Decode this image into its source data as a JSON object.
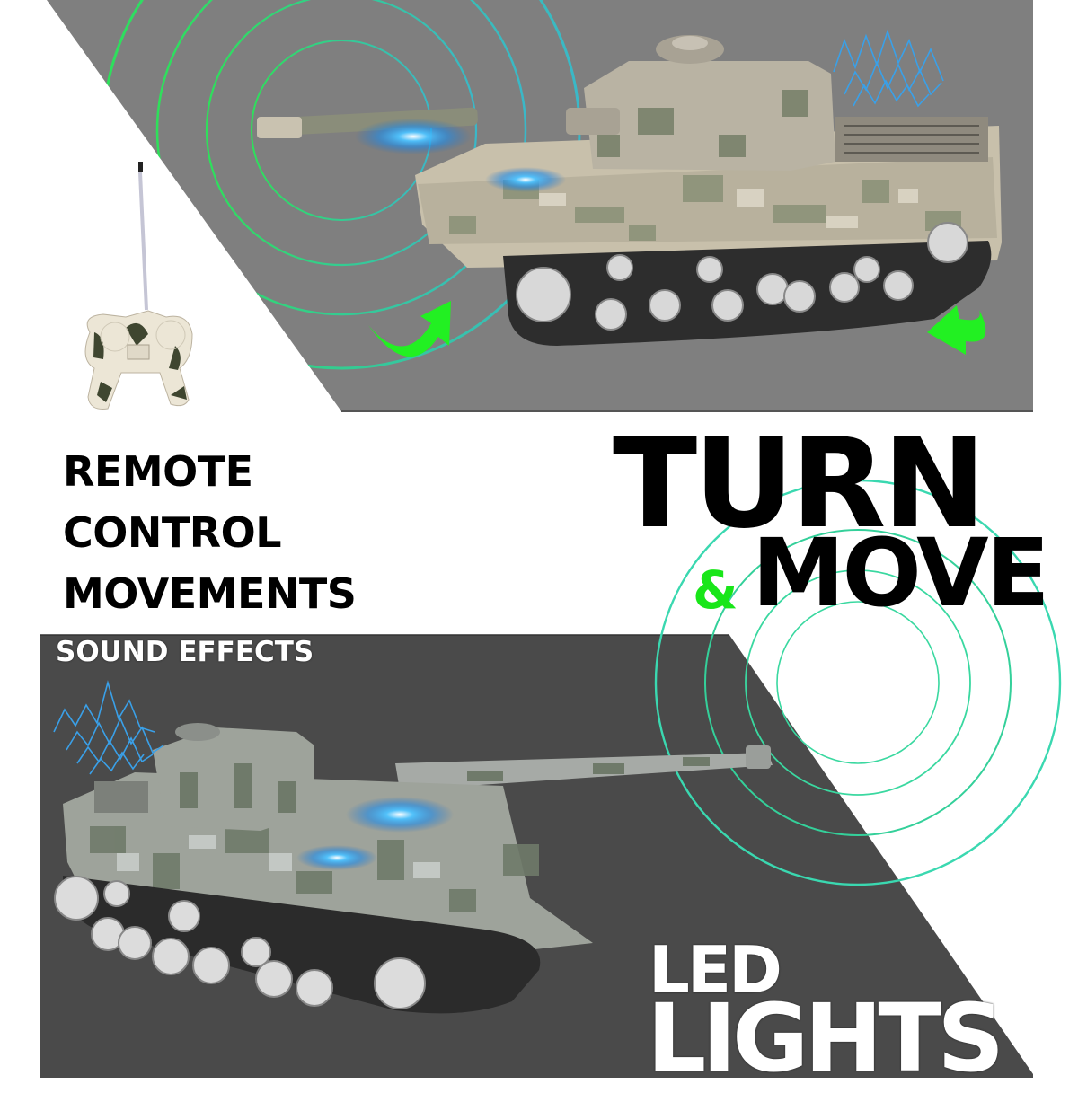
{
  "colors": {
    "top_panel": "#7f7f7f",
    "bottom_panel": "#4a4a4a",
    "accent_green": "#19e619",
    "ring_green": "#2fd66a",
    "ring_cyan": "#3fc0c8",
    "sound_wave_blue": "#3aa0e8",
    "led_glow": "#1e9bff",
    "text_dark": "#000000",
    "text_light": "#ffffff"
  },
  "feature_remote": {
    "lines": [
      "REMOTE",
      "CONTROL",
      "MOVEMENTS"
    ]
  },
  "feature_turn_move": {
    "line1": "TURN",
    "ampersand": "&",
    "line2": "MOVE"
  },
  "feature_sound": {
    "label": "SOUND EFFECTS"
  },
  "feature_led": {
    "line1": "LED",
    "line2": "LIGHTS"
  },
  "images": {
    "top_tank": "tan-digital-camo-tank",
    "bottom_tank": "grey-digital-camo-tank",
    "remote": "camo-remote-controller"
  },
  "icons": [
    "turn-arrow-left-icon",
    "turn-arrow-right-icon",
    "sound-wave-icon",
    "led-glow-icon",
    "signal-rings-icon"
  ]
}
